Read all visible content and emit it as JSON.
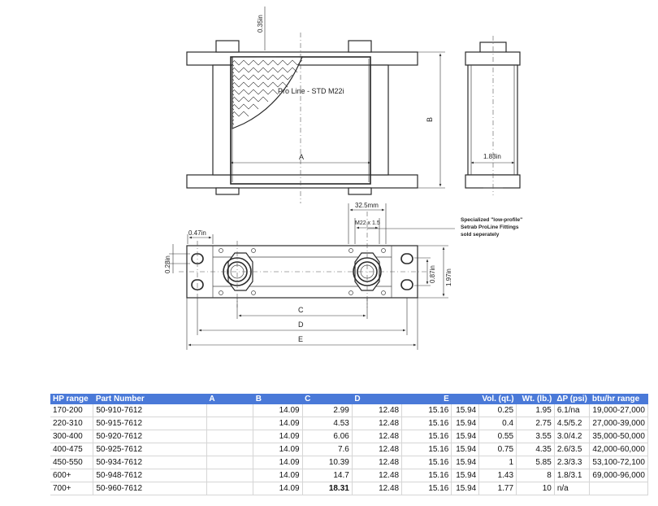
{
  "drawing": {
    "core_label": "Pro Line - STD M22i",
    "dim_fin_gap": "0.35in",
    "dim_a": "A",
    "dim_b": "B",
    "dim_depth": "1.83in",
    "dim_port_spacing": "32.5mm",
    "port_thread": "M22 x 1.5",
    "fittings_note": [
      "Specialized \"low-profile\"",
      "Setrab ProLine Fittings",
      "sold seperately"
    ],
    "dim_tab": "0.47in",
    "dim_hole": "0.28in",
    "dim_port_height": "0.87in",
    "dim_total_height": "1.97in",
    "dim_c": "C",
    "dim_d": "D",
    "dim_e": "E"
  },
  "table": {
    "headers": [
      "HP range",
      "Part Number",
      "A",
      "B",
      "C",
      "D",
      "E",
      "Vol. (qt.)",
      "Wt. (lb.)",
      "ΔP (psi)",
      "btu/hr range"
    ],
    "rows": [
      [
        "170-200",
        "50-910-7612",
        "",
        "14.09",
        "2.99",
        "12.48",
        "15.16",
        "15.94",
        "0.25",
        "1.95",
        "6.1/na",
        "19,000-27,000"
      ],
      [
        "220-310",
        "50-915-7612",
        "",
        "14.09",
        "4.53",
        "12.48",
        "15.16",
        "15.94",
        "0.4",
        "2.75",
        "4.5/5.2",
        "27,000-39,000"
      ],
      [
        "300-400",
        "50-920-7612",
        "",
        "14.09",
        "6.06",
        "12.48",
        "15.16",
        "15.94",
        "0.55",
        "3.55",
        "3.0/4.2",
        "35,000-50,000"
      ],
      [
        "400-475",
        "50-925-7612",
        "",
        "14.09",
        "7.6",
        "12.48",
        "15.16",
        "15.94",
        "0.75",
        "4.35",
        "2.6/3.5",
        "42,000-60,000"
      ],
      [
        "450-550",
        "50-934-7612",
        "",
        "14.09",
        "10.39",
        "12.48",
        "15.16",
        "15.94",
        "1",
        "5.85",
        "2.3/3.3",
        "53,100-72,100"
      ],
      [
        "600+",
        "50-948-7612",
        "",
        "14.09",
        "14.7",
        "12.48",
        "15.16",
        "15.94",
        "1.43",
        "8",
        "1.8/3.1",
        "69,000-96,000"
      ],
      [
        "700+",
        "50-960-7612",
        "",
        "14.09",
        "18.31",
        "12.48",
        "15.16",
        "15.94",
        "1.77",
        "10",
        "n/a",
        ""
      ]
    ]
  }
}
